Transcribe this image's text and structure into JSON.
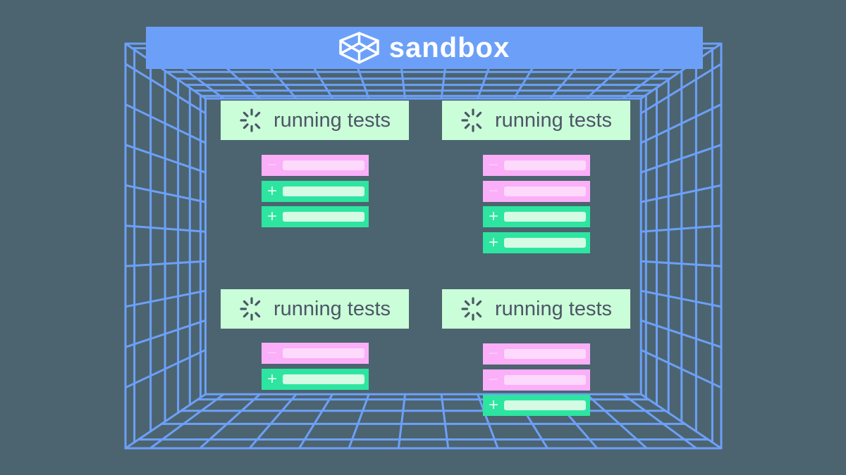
{
  "colors": {
    "bg": "#4C6470",
    "blue": "#6CA0F8",
    "panel": "#CAFED9",
    "text": "#4D5666",
    "pink": "#FBAFF8",
    "pinkBar": "#FDD9FC",
    "pinkSign": "#FCC8F9",
    "green": "#2DE5A0",
    "greenBar": "#D5FBE4",
    "greenSign": "#E0FDEB"
  },
  "banner": {
    "title": "sandbox",
    "icon": "box-wireframe-icon"
  },
  "panels": [
    {
      "id": "top-left",
      "icon": "spinner-icon",
      "status_label": "running tests",
      "rows": [
        {
          "type": "removed",
          "sign": "−"
        },
        {
          "type": "added",
          "sign": "+"
        },
        {
          "type": "added",
          "sign": "+"
        }
      ]
    },
    {
      "id": "top-right",
      "icon": "spinner-icon",
      "status_label": "running tests",
      "rows": [
        {
          "type": "removed",
          "sign": "−"
        },
        {
          "type": "removed",
          "sign": "−"
        },
        {
          "type": "added",
          "sign": "+"
        },
        {
          "type": "added",
          "sign": "+"
        }
      ]
    },
    {
      "id": "bottom-left",
      "icon": "spinner-icon",
      "status_label": "running tests",
      "rows": [
        {
          "type": "removed",
          "sign": "−"
        },
        {
          "type": "added",
          "sign": "+"
        }
      ]
    },
    {
      "id": "bottom-right",
      "icon": "spinner-icon",
      "status_label": "running tests",
      "rows": [
        {
          "type": "removed",
          "sign": "−"
        },
        {
          "type": "removed",
          "sign": "−"
        },
        {
          "type": "added",
          "sign": "+"
        }
      ]
    }
  ]
}
